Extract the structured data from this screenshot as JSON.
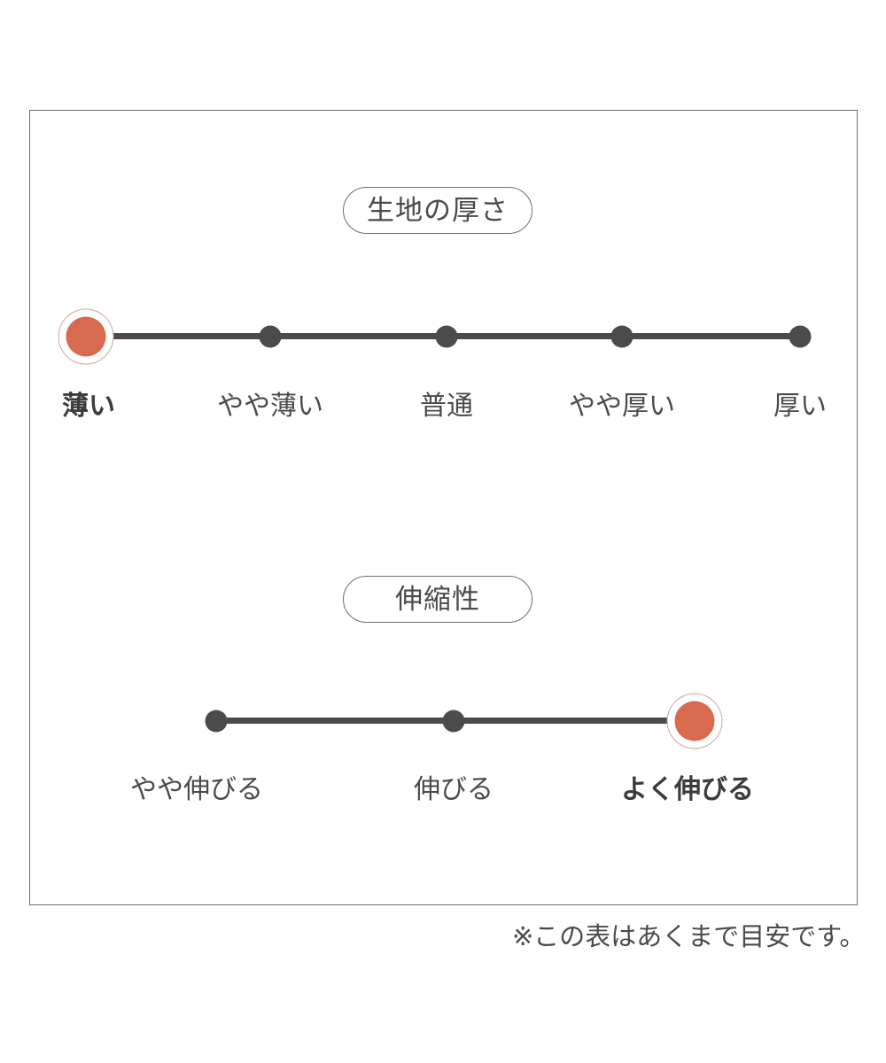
{
  "chart_data": {
    "type": "scale",
    "title": "",
    "note": "※この表はあくまで目安です。",
    "scales": [
      {
        "id": "fabric-thickness",
        "title": "生地の厚さ",
        "categories": [
          "薄い",
          "やや薄い",
          "普通",
          "やや厚い",
          "厚い"
        ],
        "values": [
          1,
          2,
          3,
          4,
          5
        ],
        "selected_index": 0,
        "selected_label": "薄い"
      },
      {
        "id": "stretchiness",
        "title": "伸縮性",
        "categories": [
          "やや伸びる",
          "伸びる",
          "よく伸びる"
        ],
        "values": [
          1,
          2,
          3
        ],
        "selected_index": 2,
        "selected_label": "よく伸びる"
      }
    ],
    "colors": {
      "selected_dot": "#d86a4f",
      "selected_ring": "#c9a698",
      "dot": "#4d4a4b",
      "track": "#4d4a4b",
      "text": "#4a4a4a",
      "frame": "#6e6e6e",
      "background": "#ffffff"
    }
  },
  "panel": {
    "thickness": {
      "badge_label": "生地の厚さ",
      "labels": [
        "薄い",
        "やや薄い",
        "普通",
        "やや厚い",
        "厚い"
      ]
    },
    "stretch": {
      "badge_label": "伸縮性",
      "labels": [
        "やや伸びる",
        "伸びる",
        "よく伸びる"
      ]
    },
    "footnote": "※この表はあくまで目安です。"
  }
}
